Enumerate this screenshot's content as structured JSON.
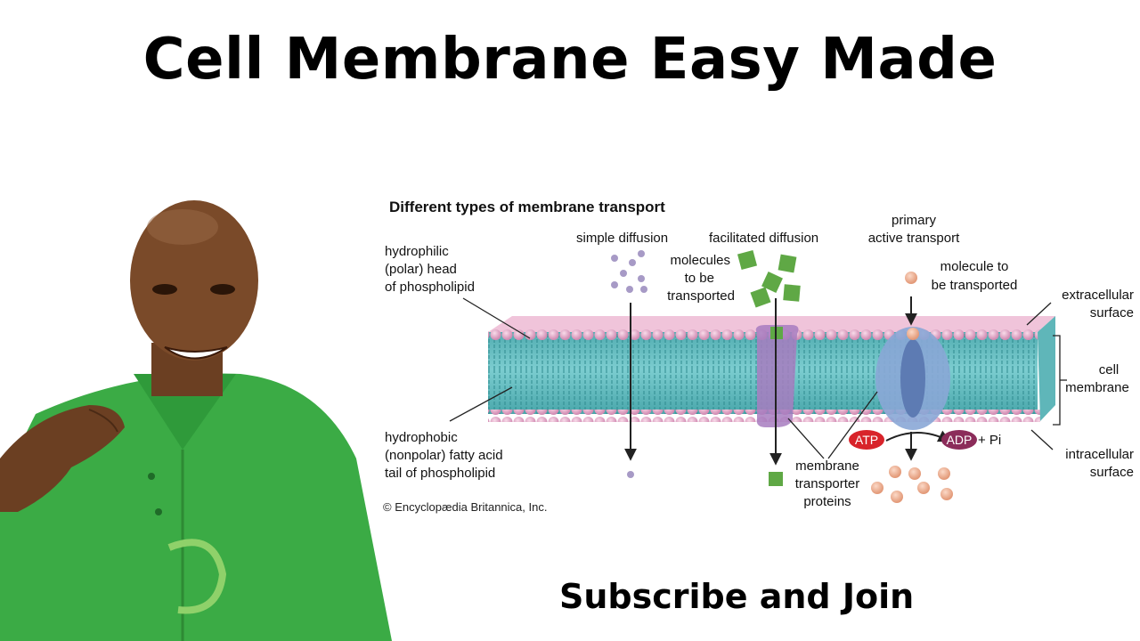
{
  "title": "Cell Membrane Easy Made",
  "cta": "Subscribe and Join",
  "diagram": {
    "heading": "Different types of membrane transport",
    "labels": {
      "hydrophilic": [
        "hydrophilic",
        "(polar) head",
        "of phospholipid"
      ],
      "hydrophobic": [
        "hydrophobic",
        "(nonpolar) fatty acid",
        "tail of phospholipid"
      ],
      "simple_diffusion": "simple diffusion",
      "facilitated_diffusion": "facilitated diffusion",
      "primary_active": [
        "primary",
        "active transport"
      ],
      "molecules_to_be": [
        "molecules",
        "to be",
        "transported"
      ],
      "molecule_to_be": [
        "molecule to",
        "be transported"
      ],
      "extracellular": [
        "extracellular",
        "surface"
      ],
      "cell_membrane": [
        "cell",
        "membrane"
      ],
      "intracellular": [
        "intracellular",
        "surface"
      ],
      "transporter_proteins": [
        "membrane",
        "transporter",
        "proteins"
      ],
      "atp": "ATP",
      "adp": "ADP",
      "pi": "+ Pi",
      "copyright": "© Encyclopædia Britannica, Inc."
    },
    "colors": {
      "head": "#e7b3cf",
      "tail": "#6fc1c3",
      "cube": "#5fa845",
      "orange_molecule": "#f0b8a0",
      "purple_dot": "#a79ac6",
      "atp": "#d8232a",
      "adp": "#8b2c5a"
    }
  }
}
